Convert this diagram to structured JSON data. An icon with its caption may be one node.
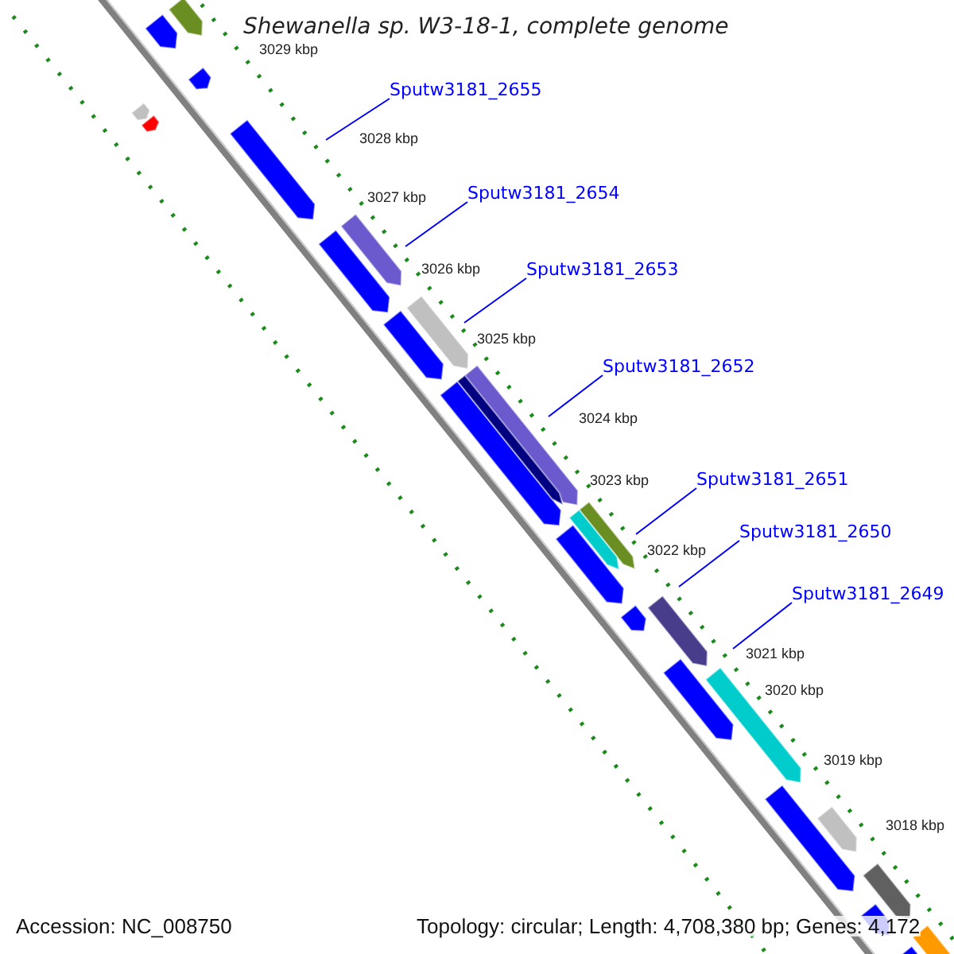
{
  "diagram": {
    "title": "Shewanella sp. W3-18-1, complete genome",
    "nodes": [
      {
        "text": [
          "Sputw3181_2655"
        ]
      },
      {
        "text": [
          "Sputw3181_2654"
        ]
      },
      {
        "text": [
          "Sputw3181_2653"
        ]
      },
      {
        "text": [
          "Sputw3181_2652"
        ]
      },
      {
        "text": [
          "Sputw3181_2651"
        ]
      },
      {
        "text": [
          "Sputw3181_2650"
        ]
      },
      {
        "text": [
          "Sputw3181_2649"
        ]
      }
    ],
    "edges": [
      {
        "from": 0,
        "to": null,
        "arrow": "none"
      },
      {
        "from": 1,
        "to": null,
        "arrow": "none"
      },
      {
        "from": 2,
        "to": null,
        "arrow": "none"
      },
      {
        "from": 3,
        "to": null,
        "arrow": "none"
      },
      {
        "from": 4,
        "to": null,
        "arrow": "none"
      },
      {
        "from": 5,
        "to": null,
        "arrow": "none"
      },
      {
        "from": 6,
        "to": null,
        "arrow": "none"
      }
    ],
    "labels": [
      "3029 kbp",
      "3028 kbp",
      "3027 kbp",
      "3026 kbp",
      "3025 kbp",
      "3024 kbp",
      "3023 kbp",
      "3022 kbp",
      "3021 kbp",
      "3020 kbp",
      "3019 kbp",
      "3018 kbp",
      "Accession: NC_008750",
      "Topology: circular; Length: 4,708,380 bp; Genes: 4,172"
    ]
  }
}
